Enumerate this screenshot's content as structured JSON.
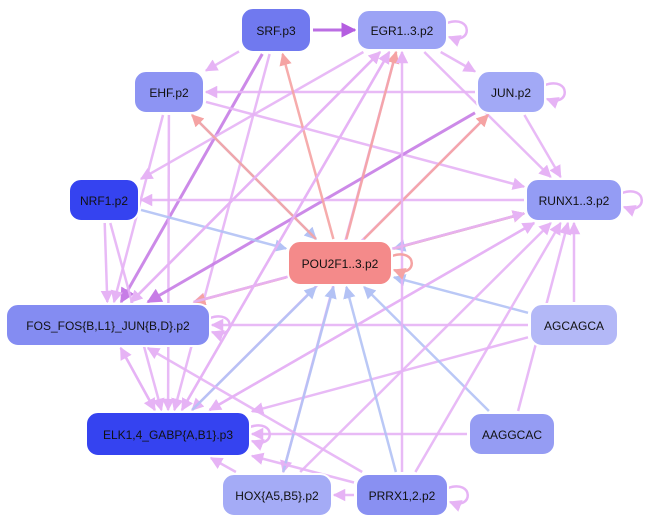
{
  "diagram": {
    "colors": {
      "edge_pink": "#e6b3f5",
      "edge_blue": "#b3c2f5",
      "edge_red": "#f5a3a3",
      "edge_purple": "#c77de6",
      "edge_magenta": "#b45ee0"
    },
    "nodes": [
      {
        "id": "srf",
        "label": "SRF.p3",
        "fill": "#7079ef"
      },
      {
        "id": "egr",
        "label": "EGR1..3.p2",
        "fill": "#9ca3f5"
      },
      {
        "id": "ehf",
        "label": "EHF.p2",
        "fill": "#8d94f3"
      },
      {
        "id": "jun",
        "label": "JUN.p2",
        "fill": "#a2a9f6"
      },
      {
        "id": "nrf",
        "label": "NRF1.p2",
        "fill": "#3543f0"
      },
      {
        "id": "runx",
        "label": "RUNX1..3.p2",
        "fill": "#949cf4"
      },
      {
        "id": "pou",
        "label": "POU2F1..3.p2",
        "fill": "#f48a8a"
      },
      {
        "id": "fos",
        "label": "FOS_FOS{B,L1}_JUN{B,D}.p2",
        "fill": "#848cf2"
      },
      {
        "id": "agc",
        "label": "AGCAGCA",
        "fill": "#b3b8f7"
      },
      {
        "id": "elk",
        "label": "ELK1,4_GABP{A,B1}.p3",
        "fill": "#3543f0"
      },
      {
        "id": "aag",
        "label": "AAGGCAC",
        "fill": "#959cf3"
      },
      {
        "id": "hox",
        "label": "HOX{A5,B5}.p2",
        "fill": "#a4abf6"
      },
      {
        "id": "prrx",
        "label": "PRRX1,2.p2",
        "fill": "#8990f2"
      }
    ],
    "edges": [
      {
        "from": "srf",
        "to": "egr",
        "color": "edge_magenta"
      },
      {
        "from": "srf",
        "to": "fos",
        "color": "edge_purple"
      },
      {
        "from": "srf",
        "to": "elk",
        "color": "edge_pink"
      },
      {
        "from": "srf",
        "to": "ehf",
        "color": "edge_pink"
      },
      {
        "from": "egr",
        "to": "jun",
        "color": "edge_pink"
      },
      {
        "from": "egr",
        "to": "runx",
        "color": "edge_pink"
      },
      {
        "from": "egr",
        "to": "fos",
        "color": "edge_pink"
      },
      {
        "from": "egr",
        "to": "nrf",
        "color": "edge_pink"
      },
      {
        "from": "egr",
        "to": "elk",
        "color": "edge_pink"
      },
      {
        "from": "egr",
        "to": "hox",
        "color": "edge_pink"
      },
      {
        "from": "ehf",
        "to": "runx",
        "color": "edge_pink"
      },
      {
        "from": "ehf",
        "to": "fos",
        "color": "edge_pink"
      },
      {
        "from": "ehf",
        "to": "pou",
        "color": "edge_blue"
      },
      {
        "from": "ehf",
        "to": "elk",
        "color": "edge_pink"
      },
      {
        "from": "jun",
        "to": "fos",
        "color": "edge_purple"
      },
      {
        "from": "jun",
        "to": "elk",
        "color": "edge_pink"
      },
      {
        "from": "jun",
        "to": "ehf",
        "color": "edge_pink"
      },
      {
        "from": "jun",
        "to": "runx",
        "color": "edge_pink"
      },
      {
        "from": "nrf",
        "to": "pou",
        "color": "edge_blue"
      },
      {
        "from": "nrf",
        "to": "fos",
        "color": "edge_pink"
      },
      {
        "from": "nrf",
        "to": "elk",
        "color": "edge_pink"
      },
      {
        "from": "runx",
        "to": "fos",
        "color": "edge_pink"
      },
      {
        "from": "runx",
        "to": "pou",
        "color": "edge_blue"
      },
      {
        "from": "runx",
        "to": "elk",
        "color": "edge_pink"
      },
      {
        "from": "runx",
        "to": "nrf",
        "color": "edge_pink"
      },
      {
        "from": "pou",
        "to": "egr",
        "color": "edge_red"
      },
      {
        "from": "pou",
        "to": "srf",
        "color": "edge_red"
      },
      {
        "from": "pou",
        "to": "ehf",
        "color": "edge_red"
      },
      {
        "from": "pou",
        "to": "jun",
        "color": "edge_red"
      },
      {
        "from": "pou",
        "to": "fos",
        "color": "edge_red"
      },
      {
        "from": "pou",
        "to": "runx",
        "color": "edge_red"
      },
      {
        "from": "fos",
        "to": "runx",
        "color": "edge_pink"
      },
      {
        "from": "fos",
        "to": "egr",
        "color": "edge_pink"
      },
      {
        "from": "fos",
        "to": "elk",
        "color": "edge_pink"
      },
      {
        "from": "agc",
        "to": "pou",
        "color": "edge_blue"
      },
      {
        "from": "agc",
        "to": "runx",
        "color": "edge_pink"
      },
      {
        "from": "agc",
        "to": "fos",
        "color": "edge_pink"
      },
      {
        "from": "agc",
        "to": "elk",
        "color": "edge_pink"
      },
      {
        "from": "elk",
        "to": "pou",
        "color": "edge_blue"
      },
      {
        "from": "elk",
        "to": "runx",
        "color": "edge_pink"
      },
      {
        "from": "elk",
        "to": "egr",
        "color": "edge_pink"
      },
      {
        "from": "elk",
        "to": "fos",
        "color": "edge_pink"
      },
      {
        "from": "aag",
        "to": "pou",
        "color": "edge_blue"
      },
      {
        "from": "aag",
        "to": "elk",
        "color": "edge_pink"
      },
      {
        "from": "aag",
        "to": "runx",
        "color": "edge_pink"
      },
      {
        "from": "hox",
        "to": "pou",
        "color": "edge_blue"
      },
      {
        "from": "hox",
        "to": "elk",
        "color": "edge_pink"
      },
      {
        "from": "hox",
        "to": "runx",
        "color": "edge_pink"
      },
      {
        "from": "prrx",
        "to": "pou",
        "color": "edge_blue"
      },
      {
        "from": "prrx",
        "to": "hox",
        "color": "edge_pink"
      },
      {
        "from": "prrx",
        "to": "elk",
        "color": "edge_pink"
      },
      {
        "from": "prrx",
        "to": "egr",
        "color": "edge_pink"
      },
      {
        "from": "prrx",
        "to": "fos",
        "color": "edge_pink"
      },
      {
        "from": "prrx",
        "to": "runx",
        "color": "edge_pink"
      }
    ],
    "self_loops": [
      {
        "node": "egr",
        "color": "edge_pink"
      },
      {
        "node": "jun",
        "color": "edge_pink"
      },
      {
        "node": "runx",
        "color": "edge_pink"
      },
      {
        "node": "pou",
        "color": "edge_red"
      },
      {
        "node": "fos",
        "color": "edge_pink"
      },
      {
        "node": "elk",
        "color": "edge_pink"
      },
      {
        "node": "prrx",
        "color": "edge_pink"
      }
    ]
  }
}
